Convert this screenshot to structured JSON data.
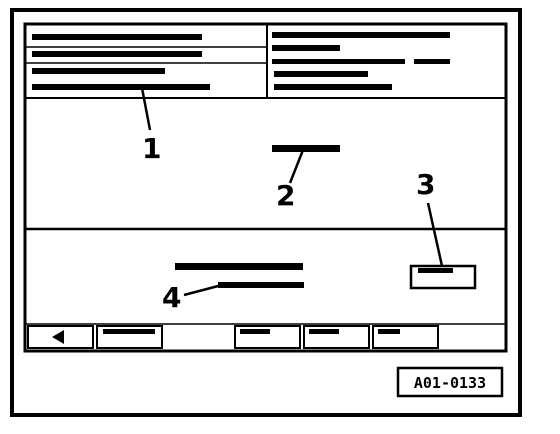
{
  "diagram": {
    "callouts": [
      {
        "id": "1",
        "label": "1"
      },
      {
        "id": "2",
        "label": "2"
      },
      {
        "id": "3",
        "label": "3"
      },
      {
        "id": "4",
        "label": "4"
      }
    ],
    "reference_code": "A01-0133",
    "colors": {
      "line": "#000000",
      "background": "#ffffff"
    },
    "icons": {
      "back_softkey": "triangle-left-icon"
    }
  }
}
